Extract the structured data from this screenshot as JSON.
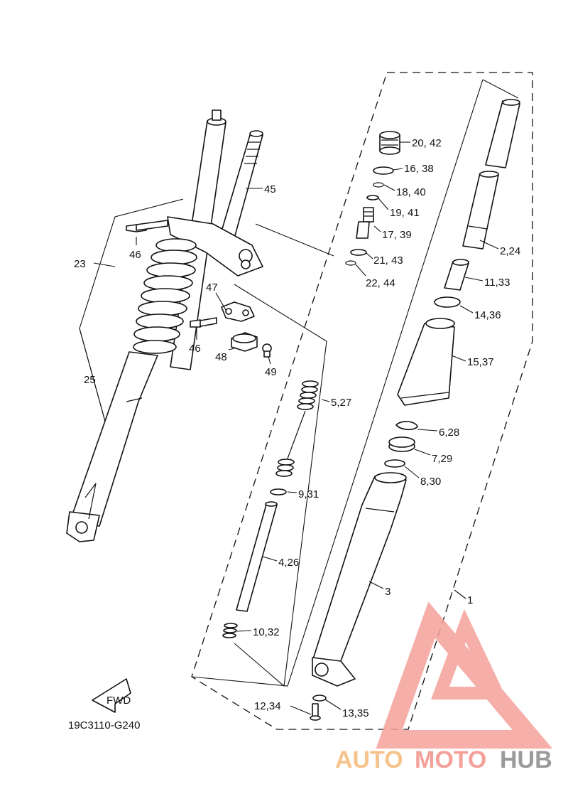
{
  "diagram": {
    "code": "19C3110-G240",
    "fwd": "FWD",
    "labels": {
      "l1": "1",
      "l2_24": "2,24",
      "l3": "3",
      "l4_26": "4,26",
      "l5_27": "5,27",
      "l6_28": "6,28",
      "l7_29": "7,29",
      "l8_30": "8,30",
      "l9_31": "9,31",
      "l10_32": "10,32",
      "l11_33": "11,33",
      "l12_34": "12,34",
      "l13_35": "13,35",
      "l14_36": "14,36",
      "l15_37": "15,37",
      "l16_38": "16, 38",
      "l17_39": "17, 39",
      "l18_40": "18, 40",
      "l19_41": "19, 41",
      "l20_42": "20, 42",
      "l21_43": "21, 43",
      "l22_44": "22, 44",
      "l23": "23",
      "l25": "25",
      "l45": "45",
      "l46a": "46",
      "l46b": "46",
      "l47": "47",
      "l48": "48",
      "l49": "49"
    }
  },
  "watermark": {
    "auto": "AUTO",
    "moto": "MOTO",
    "hub": "HUB",
    "colors": {
      "auto": "#f6c38d",
      "moto": "#f4a19a",
      "hub": "#9a9a9a",
      "logo": "#f4a19a"
    }
  }
}
